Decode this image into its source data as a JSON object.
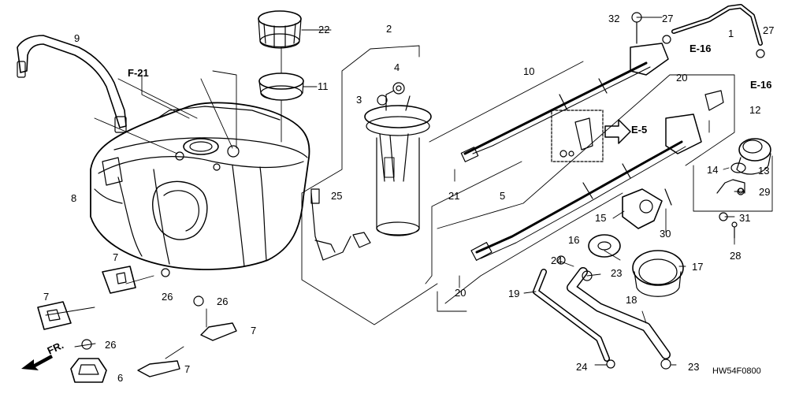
{
  "diagram": {
    "code": "HW54F0800",
    "fr": "FR.",
    "refs": {
      "f21": "F-21",
      "e16a": "E-16",
      "e16b": "E-16",
      "e5": "E-5"
    },
    "parts": {
      "p1": "1",
      "p2": "2",
      "p3": "3",
      "p4": "4",
      "p5": "5",
      "p6": "6",
      "p7a": "7",
      "p7b": "7",
      "p7c": "7",
      "p7d": "7",
      "p8": "8",
      "p9": "9",
      "p10": "10",
      "p11": "11",
      "p12": "12",
      "p13": "13",
      "p14": "14",
      "p15": "15",
      "p16": "16",
      "p17": "17",
      "p18": "18",
      "p19": "19",
      "p20a": "20",
      "p20b": "20",
      "p21": "21",
      "p22": "22",
      "p23a": "23",
      "p23b": "23",
      "p24a": "24",
      "p24b": "24",
      "p25": "25",
      "p26a": "26",
      "p26b": "26",
      "p26c": "26",
      "p27a": "27",
      "p27b": "27",
      "p28": "28",
      "p29": "29",
      "p30": "30",
      "p31": "31",
      "p32": "32"
    }
  }
}
